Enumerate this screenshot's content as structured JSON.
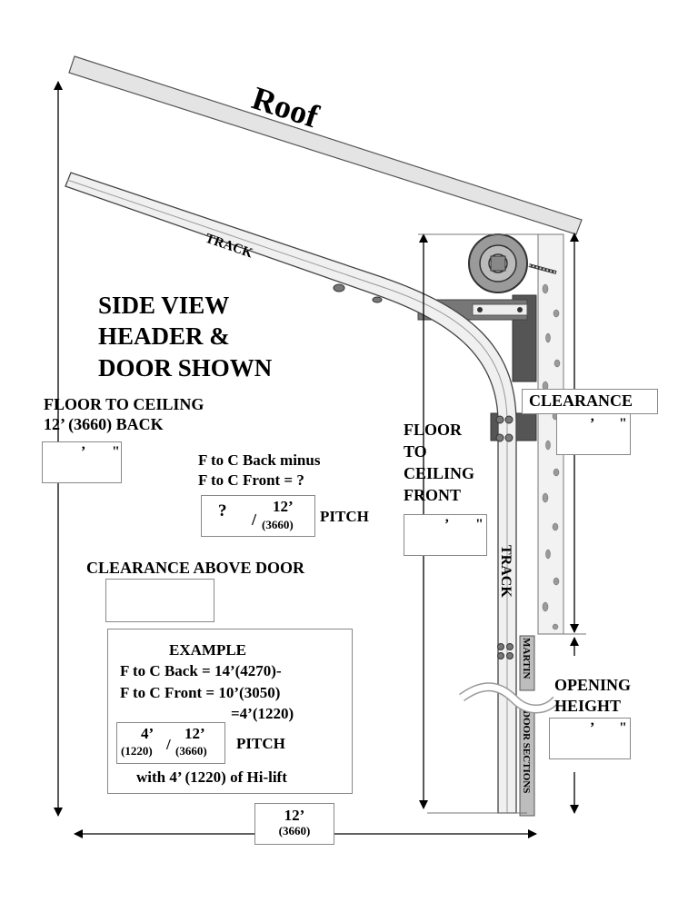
{
  "roof_label": "Roof",
  "track_label": "TRACK",
  "track_vertical_label": "TRACK",
  "title": [
    "SIDE VIEW",
    "HEADER &",
    "DOOR SHOWN"
  ],
  "floor_ceiling_back": {
    "line1": "FLOOR TO CEILING",
    "line2": "12’ (3660) BACK",
    "feet_mark": "’",
    "inch_mark": "\""
  },
  "formula": {
    "line1": "F to C Back minus",
    "line2": "F to C Front = ?"
  },
  "pitch_box": {
    "numerator": "?",
    "slash": "/",
    "denominator": "12’",
    "denominator_metric": "(3660)",
    "label": "PITCH"
  },
  "clearance_above_door": "CLEARANCE ABOVE DOOR",
  "example": {
    "title": "EXAMPLE",
    "line1": "F to C Back = 14’(4270)-",
    "line2": "F to C Front = 10’(3050)",
    "line3": "=4’(1220)",
    "ratio_num": "4’",
    "ratio_num_metric": "(1220)",
    "ratio_den": "12’",
    "ratio_den_metric": "(3660)",
    "pitch_label": "PITCH",
    "footer": "with 4’ (1220) of Hi-lift"
  },
  "floor_to_ceiling_front": {
    "lines": [
      "FLOOR",
      "TO",
      "CEILING",
      "FRONT"
    ],
    "feet_mark": "’",
    "inch_mark": "\""
  },
  "clearance": {
    "label": "CLEARANCE",
    "feet_mark": "’",
    "inch_mark": "\""
  },
  "opening_height": {
    "line1": "OPENING",
    "line2": "HEIGHT",
    "feet_mark": "’",
    "inch_mark": "\""
  },
  "martin_label": "MARTIN",
  "door_sections_label": "DOOR SECTIONS",
  "width_dim": {
    "value": "12’",
    "metric": "(3660)"
  }
}
